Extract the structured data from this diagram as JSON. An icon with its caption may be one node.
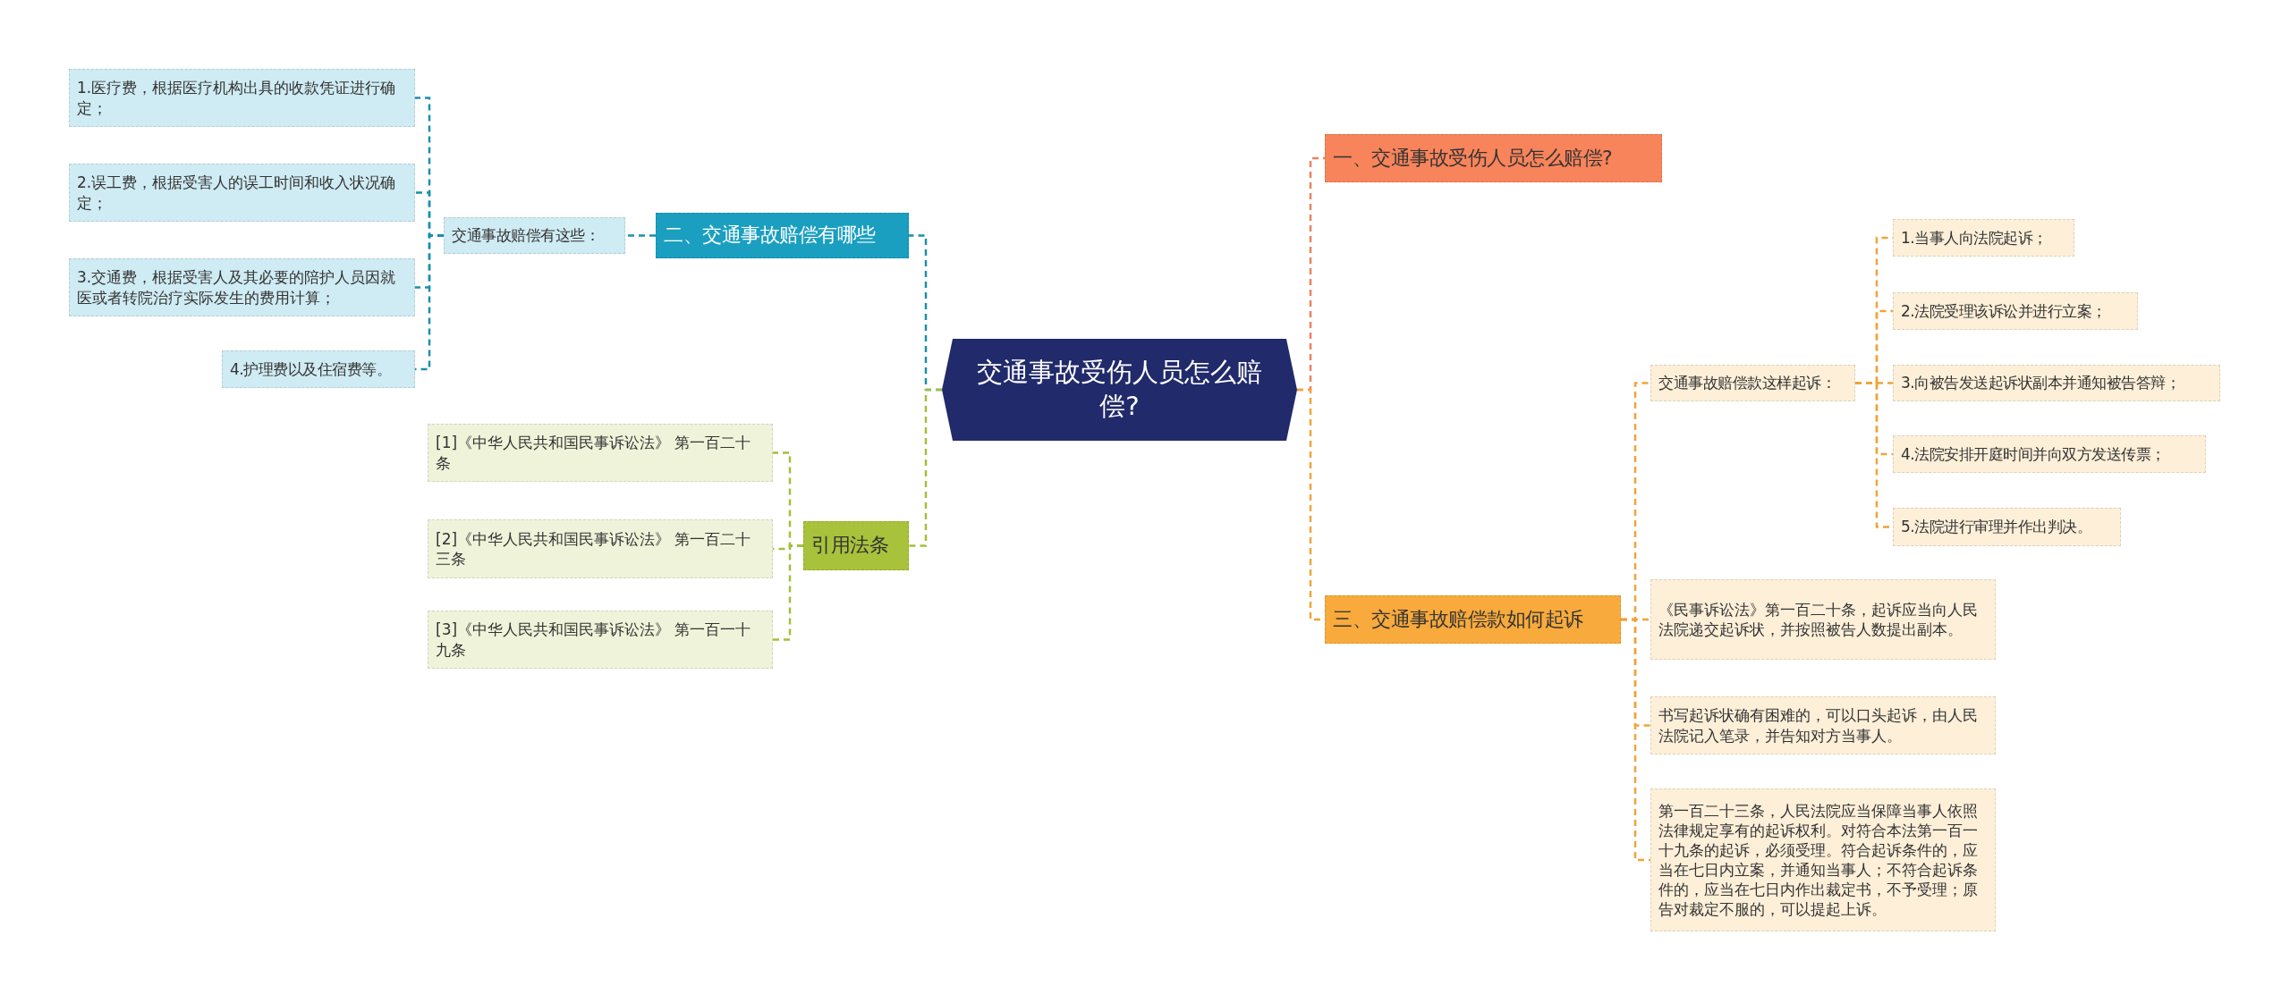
{
  "diagram": {
    "nodes": [
      {
        "text": [
          "交通事故受伤人员怎么赔偿?"
        ]
      },
      {
        "text": [
          "二、交通事故赔偿有哪些"
        ]
      },
      {
        "text": [
          "交通事故赔偿有这些："
        ]
      },
      {
        "text": [
          "1.医疗费，根据医疗机构出具的收款凭证进行确定；"
        ]
      },
      {
        "text": [
          "2.误工费，根据受害人的误工时间和收入状况确定；"
        ]
      },
      {
        "text": [
          "3.交通费，根据受害人及其必要的陪护人员因就医或者转院治疗实际发生的费用计算；"
        ]
      },
      {
        "text": [
          "4.护理费以及住宿费等。"
        ]
      },
      {
        "text": [
          "引用法条"
        ]
      },
      {
        "text": [
          "[1]《中华人民共和国民事诉讼法》 第一百二十条"
        ]
      },
      {
        "text": [
          "[2]《中华人民共和国民事诉讼法》 第一百二十三条"
        ]
      },
      {
        "text": [
          "[3]《中华人民共和国民事诉讼法》 第一百一十九条"
        ]
      },
      {
        "text": [
          "一、交通事故受伤人员怎么赔偿?"
        ]
      },
      {
        "text": [
          "三、交通事故赔偿款如何起诉"
        ]
      },
      {
        "text": [
          "交通事故赔偿款这样起诉："
        ]
      },
      {
        "text": [
          "1.当事人向法院起诉；"
        ]
      },
      {
        "text": [
          "2.法院受理该诉讼并进行立案；"
        ]
      },
      {
        "text": [
          "3.向被告发送起诉状副本并通知被告答辩；"
        ]
      },
      {
        "text": [
          "4.法院安排开庭时间并向双方发送传票；"
        ]
      },
      {
        "text": [
          "5.法院进行审理并作出判决。"
        ]
      },
      {
        "text": [
          "《民事诉讼法》第一百二十条，起诉应当向人民法院递交起诉状，并按照被告人数提出副本。"
        ]
      },
      {
        "text": [
          "书写起诉状确有困难的，可以口头起诉，由人民法院记入笔录，并告知对方当事人。"
        ]
      },
      {
        "text": [
          "第一百二十三条，人民法院应当保障当事人依照法律规定享有的起诉权利。对符合本法第一百一十九条的起诉，必须受理。符合起诉条件的，应当在七日内立案，并通知当事人；不符合起诉条件的，应当在七日内作出裁定书，不予受理；原告对裁定不服的，可以提起上诉。"
        ]
      }
    ],
    "edges": [
      {
        "from": 0,
        "to": 1,
        "arrow": "none",
        "style": "dashed",
        "color": "#1b8fae"
      },
      {
        "from": 0,
        "to": 7,
        "arrow": "none",
        "style": "dashed",
        "color": "#a3c03a"
      },
      {
        "from": 0,
        "to": 11,
        "arrow": "none",
        "style": "dashed",
        "color": "#e8835e"
      },
      {
        "from": 0,
        "to": 12,
        "arrow": "none",
        "style": "dashed",
        "color": "#f0a43a"
      },
      {
        "from": 1,
        "to": 2,
        "arrow": "none",
        "style": "dashed",
        "color": "#1b8fae"
      },
      {
        "from": 2,
        "to": 3,
        "arrow": "none",
        "style": "dashed",
        "color": "#1b8fae"
      },
      {
        "from": 2,
        "to": 4,
        "arrow": "none",
        "style": "dashed",
        "color": "#1b8fae"
      },
      {
        "from": 2,
        "to": 5,
        "arrow": "none",
        "style": "dashed",
        "color": "#1b8fae"
      },
      {
        "from": 2,
        "to": 6,
        "arrow": "none",
        "style": "dashed",
        "color": "#1b8fae"
      },
      {
        "from": 7,
        "to": 8,
        "arrow": "none",
        "style": "dashed",
        "color": "#a3c03a"
      },
      {
        "from": 7,
        "to": 9,
        "arrow": "none",
        "style": "dashed",
        "color": "#a3c03a"
      },
      {
        "from": 7,
        "to": 10,
        "arrow": "none",
        "style": "dashed",
        "color": "#a3c03a"
      },
      {
        "from": 12,
        "to": 13,
        "arrow": "none",
        "style": "dashed",
        "color": "#f0a43a"
      },
      {
        "from": 12,
        "to": 19,
        "arrow": "none",
        "style": "dashed",
        "color": "#f0a43a"
      },
      {
        "from": 12,
        "to": 20,
        "arrow": "none",
        "style": "dashed",
        "color": "#f0a43a"
      },
      {
        "from": 12,
        "to": 21,
        "arrow": "none",
        "style": "dashed",
        "color": "#f0a43a"
      },
      {
        "from": 13,
        "to": 14,
        "arrow": "none",
        "style": "dashed",
        "color": "#f0a43a"
      },
      {
        "from": 13,
        "to": 15,
        "arrow": "none",
        "style": "dashed",
        "color": "#f0a43a"
      },
      {
        "from": 13,
        "to": 16,
        "arrow": "none",
        "style": "dashed",
        "color": "#f0a43a"
      },
      {
        "from": 13,
        "to": 17,
        "arrow": "none",
        "style": "dashed",
        "color": "#f0a43a"
      },
      {
        "from": 13,
        "to": 18,
        "arrow": "none",
        "style": "dashed",
        "color": "#f0a43a"
      }
    ]
  }
}
